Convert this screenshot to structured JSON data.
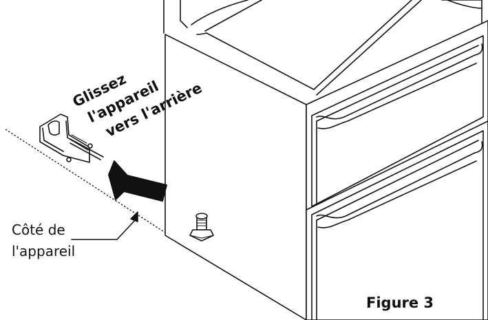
{
  "instruction": {
    "line1": "Glissez",
    "line2": "l'appareil",
    "line3": "vers l'arrière"
  },
  "side_label": {
    "line1": "Côté de",
    "line2": "l'appareil"
  },
  "figure_label": "Figure 3",
  "colors": {
    "ink": "#111111",
    "background": "#ffffff"
  }
}
